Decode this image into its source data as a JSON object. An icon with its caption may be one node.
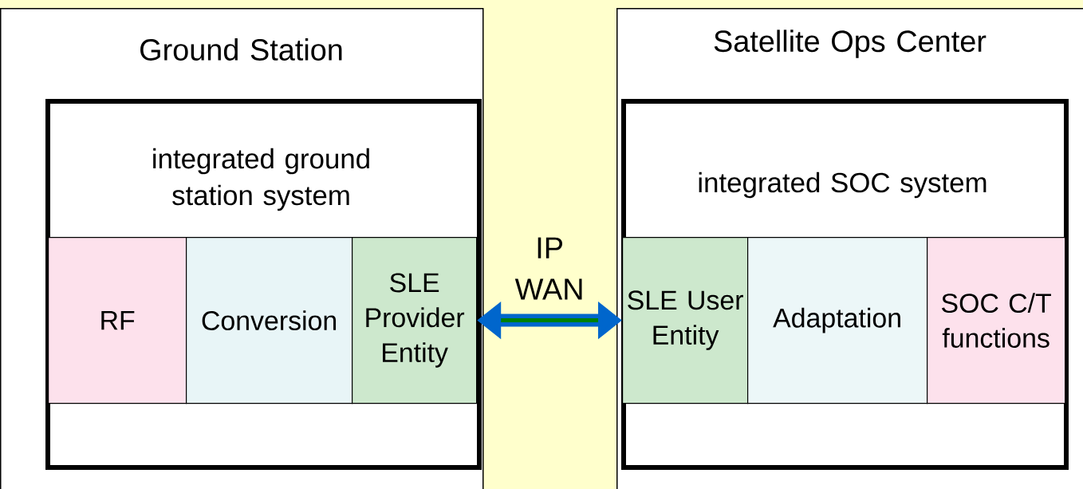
{
  "diagram": {
    "nodes": [
      {
        "text": [
          "Ground Station"
        ]
      },
      {
        "text": [
          "integrated ground station system"
        ],
        "in": 0
      },
      {
        "text": [
          "RF"
        ],
        "in": 1
      },
      {
        "text": [
          "Conversion"
        ],
        "in": 1
      },
      {
        "text": [
          "SLE Provider Entity"
        ],
        "in": 1
      },
      {
        "text": [
          "Satellite Ops Center"
        ]
      },
      {
        "text": [
          "integrated SOC system"
        ],
        "in": 5
      },
      {
        "text": [
          "SLE User Entity"
        ],
        "in": 6
      },
      {
        "text": [
          "Adaptation"
        ],
        "in": 6
      },
      {
        "text": [
          "SOC C/T functions"
        ],
        "in": 6
      }
    ],
    "edges": [
      {
        "from": 4,
        "to": 7,
        "arrow": "both",
        "label": "IP WAN"
      }
    ]
  }
}
